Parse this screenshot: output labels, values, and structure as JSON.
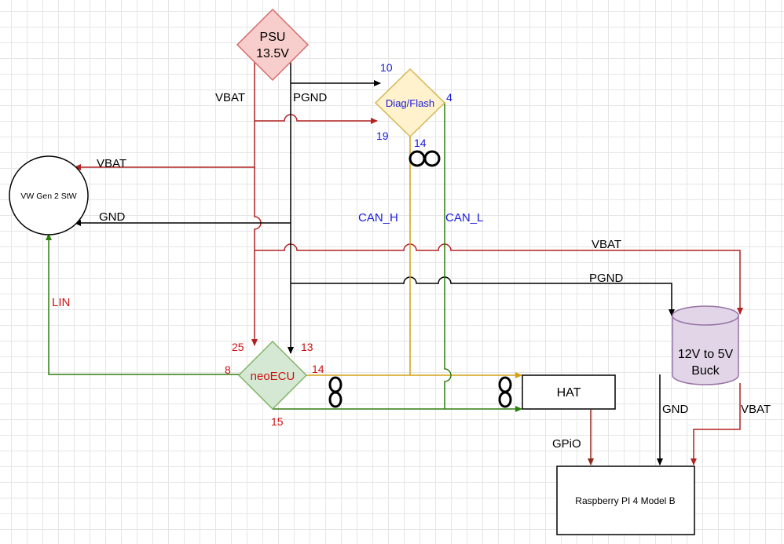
{
  "colors": {
    "red": "#b22222",
    "black": "#000000",
    "green": "#2e7d0f",
    "yellow": "#d4a017",
    "brown": "#8b2a1a",
    "blue": "#1a1adb",
    "pin_red": "#cc1111"
  },
  "nodes": {
    "psu": {
      "line1": "PSU",
      "line2": "13.5V"
    },
    "diag": {
      "label": "Diag/Flash"
    },
    "stw": {
      "label": "VW Gen 2 StW"
    },
    "neoecu": {
      "label": "neoECU"
    },
    "hat": {
      "label": "HAT"
    },
    "buck": {
      "line1": "12V to 5V",
      "line2": "Buck"
    },
    "rpi": {
      "label": "Raspberry PI 4 Model B"
    }
  },
  "pins": {
    "diag_10": "10",
    "diag_19": "19",
    "diag_4": "4",
    "diag_14": "14",
    "ecu_25": "25",
    "ecu_13": "13",
    "ecu_8": "8",
    "ecu_14": "14",
    "ecu_15": "15"
  },
  "wires": {
    "psu_vbat": "VBAT",
    "psu_pgnd": "PGND",
    "stw_vbat": "VBAT",
    "stw_gnd": "GND",
    "lin": "LIN",
    "can_h": "CAN_H",
    "can_l": "CAN_L",
    "buck_vbat_in": "VBAT",
    "buck_pgnd_in": "PGND",
    "buck_gnd_out": "GND",
    "buck_vbat_out": "VBAT",
    "gpio": "GPiO"
  }
}
